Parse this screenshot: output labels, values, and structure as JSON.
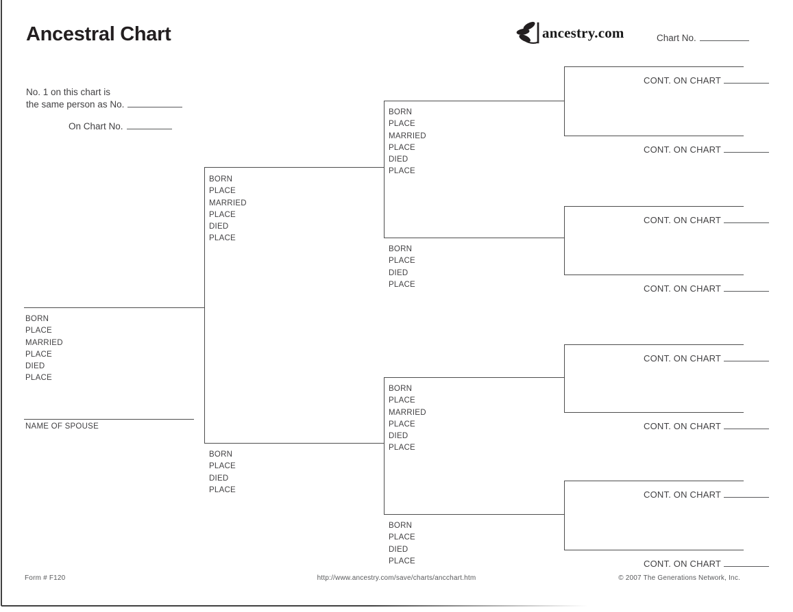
{
  "header": {
    "title": "Ancestral Chart",
    "logo_text": "ancestry.com",
    "logo_icon": "ancestry-leaf-icon",
    "chart_no_label": "Chart No."
  },
  "reference": {
    "line1": "No. 1 on this chart is",
    "line2": "the same person as No.",
    "line3": "On Chart No."
  },
  "chart": {
    "cont_label": "CONT. ON CHART",
    "spouse_label": "NAME OF SPOUSE",
    "person1": {
      "fields": [
        "BORN",
        "PLACE",
        "MARRIED",
        "PLACE",
        "DIED",
        "PLACE"
      ]
    },
    "father": {
      "fields": [
        "BORN",
        "PLACE",
        "MARRIED",
        "PLACE",
        "DIED",
        "PLACE"
      ]
    },
    "mother": {
      "fields": [
        "BORN",
        "PLACE",
        "DIED",
        "PLACE"
      ]
    },
    "paternal_grandfather": {
      "fields": [
        "BORN",
        "PLACE",
        "MARRIED",
        "PLACE",
        "DIED",
        "PLACE"
      ]
    },
    "paternal_grandmother": {
      "fields": [
        "BORN",
        "PLACE",
        "DIED",
        "PLACE"
      ]
    },
    "maternal_grandfather": {
      "fields": [
        "BORN",
        "PLACE",
        "MARRIED",
        "PLACE",
        "DIED",
        "PLACE"
      ]
    },
    "maternal_grandmother": {
      "fields": [
        "BORN",
        "PLACE",
        "DIED",
        "PLACE"
      ]
    }
  },
  "footer": {
    "form_number": "Form # F120",
    "url": "http://www.ancestry.com/save/charts/ancchart.htm",
    "copyright": "© 2007 The Generations Network, Inc."
  },
  "colors": {
    "line": "#4c4c4c",
    "text": "#414042",
    "title": "#231f20"
  }
}
